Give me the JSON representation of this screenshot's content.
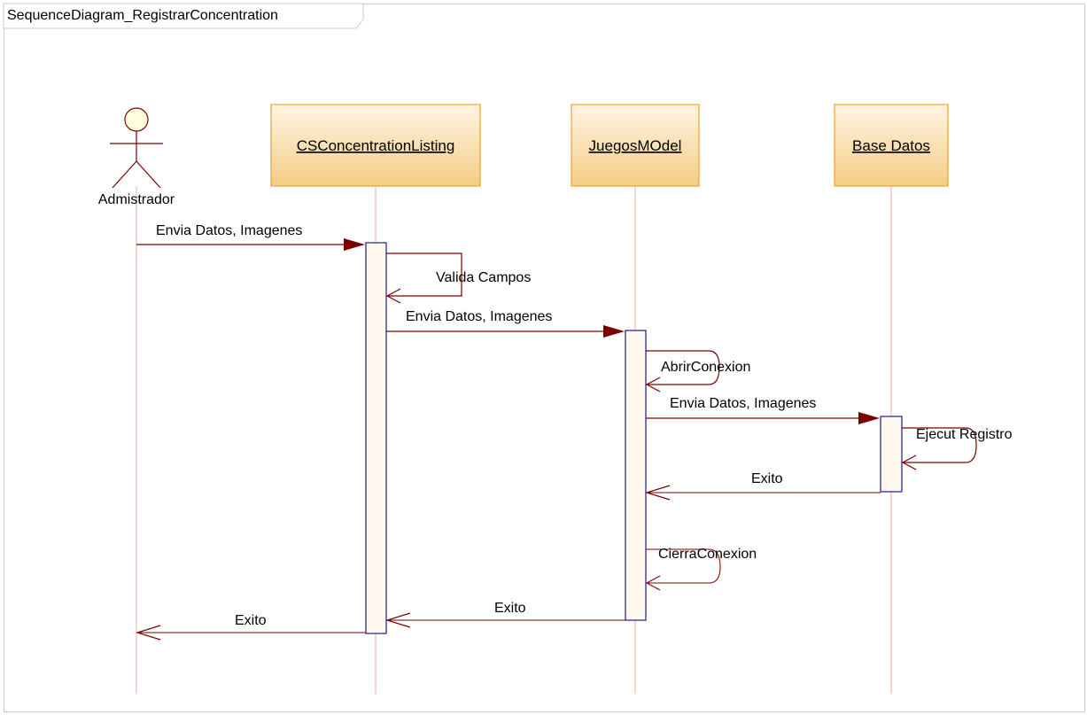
{
  "frame": {
    "title": "SequenceDiagram_RegistrarConcentration"
  },
  "actor": {
    "label": "Admistrador"
  },
  "lifelines": [
    {
      "id": "cs",
      "label": "CSConcentrationListing"
    },
    {
      "id": "jm",
      "label": "JuegosMOdel"
    },
    {
      "id": "bd",
      "label": "Base Datos"
    }
  ],
  "messages": [
    {
      "label": "Envia Datos, Imagenes",
      "from": "actor",
      "to": "cs",
      "kind": "sync"
    },
    {
      "label": "Valida Campos",
      "from": "cs",
      "to": "cs",
      "kind": "self"
    },
    {
      "label": "Envia Datos, Imagenes",
      "from": "cs",
      "to": "jm",
      "kind": "sync"
    },
    {
      "label": "AbrirConexion",
      "from": "jm",
      "to": "jm",
      "kind": "self"
    },
    {
      "label": "Envia Datos, Imagenes",
      "from": "jm",
      "to": "bd",
      "kind": "sync"
    },
    {
      "label": "Ejecut Registro",
      "from": "bd",
      "to": "bd",
      "kind": "self"
    },
    {
      "label": "Exito",
      "from": "bd",
      "to": "jm",
      "kind": "return"
    },
    {
      "label": "CierraConexion",
      "from": "jm",
      "to": "jm",
      "kind": "self"
    },
    {
      "label": "Exito",
      "from": "jm",
      "to": "cs",
      "kind": "return"
    },
    {
      "label": "Exito",
      "from": "cs",
      "to": "actor",
      "kind": "return"
    }
  ],
  "colors": {
    "message": "#7b0000",
    "lifeline": "#e0b0a0",
    "head_fill_top": "#fff4e2",
    "head_fill_bottom": "#f4cd85",
    "head_border": "#f0a030",
    "activation_border": "#1a1a8a",
    "activation_fill": "#fff9f0",
    "actor_fill": "#ffffdd",
    "actor_stroke": "#7b0000",
    "frame_border": "#c9c9d9"
  }
}
